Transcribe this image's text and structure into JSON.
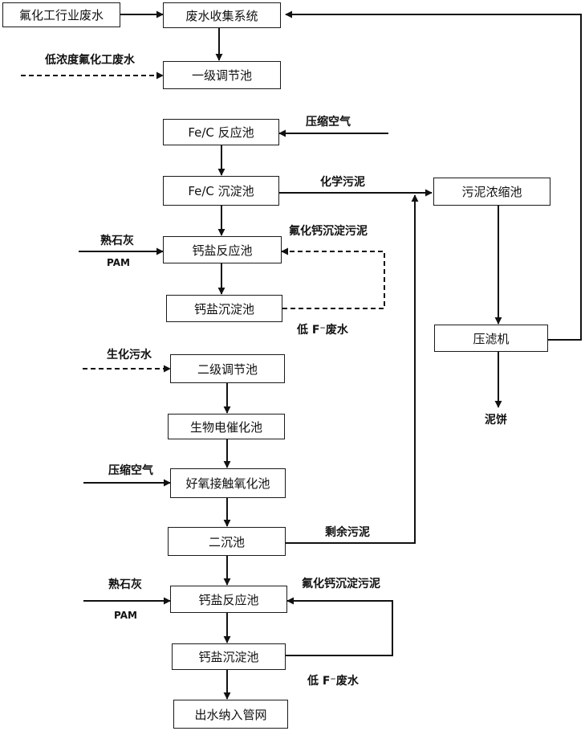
{
  "boxes": {
    "source": "氟化工行业废水",
    "collection": "废水收集系统",
    "primary_regulating": "一级调节池",
    "fec_reactor": "Fe/C 反应池",
    "fec_settling": "Fe/C 沉淀池",
    "sludge_thickener": "污泥浓缩池",
    "calcium_reactor_1": "钙盐反应池",
    "calcium_settling_1": "钙盐沉淀池",
    "filter_press": "压滤机",
    "secondary_regulating": "二级调节池",
    "bio_electro_catalytic": "生物电催化池",
    "aerobic_contact_oxidation": "好氧接触氧化池",
    "secondary_clarifier": "二沉池",
    "calcium_reactor_2": "钙盐反应池",
    "calcium_settling_2": "钙盐沉淀池",
    "effluent": "出水纳入管网"
  },
  "labels": {
    "low_conc_wastewater": "低浓度氟化工废水",
    "compressed_air_1": "压缩空气",
    "chemical_sludge": "化学污泥",
    "lime_1": "熟石灰",
    "pam_1": "PAM",
    "caf2_sludge_1": "氟化钙沉淀污泥",
    "low_f_wastewater_1": "低 F⁻废水",
    "sludge_cake": "泥饼",
    "bio_wastewater": "生化污水",
    "compressed_air_2": "压缩空气",
    "excess_sludge": "剩余污泥",
    "lime_2": "熟石灰",
    "pam_2": "PAM",
    "caf2_sludge_2": "氟化钙沉淀污泥",
    "low_f_wastewater_2": "低 F⁻废水"
  }
}
